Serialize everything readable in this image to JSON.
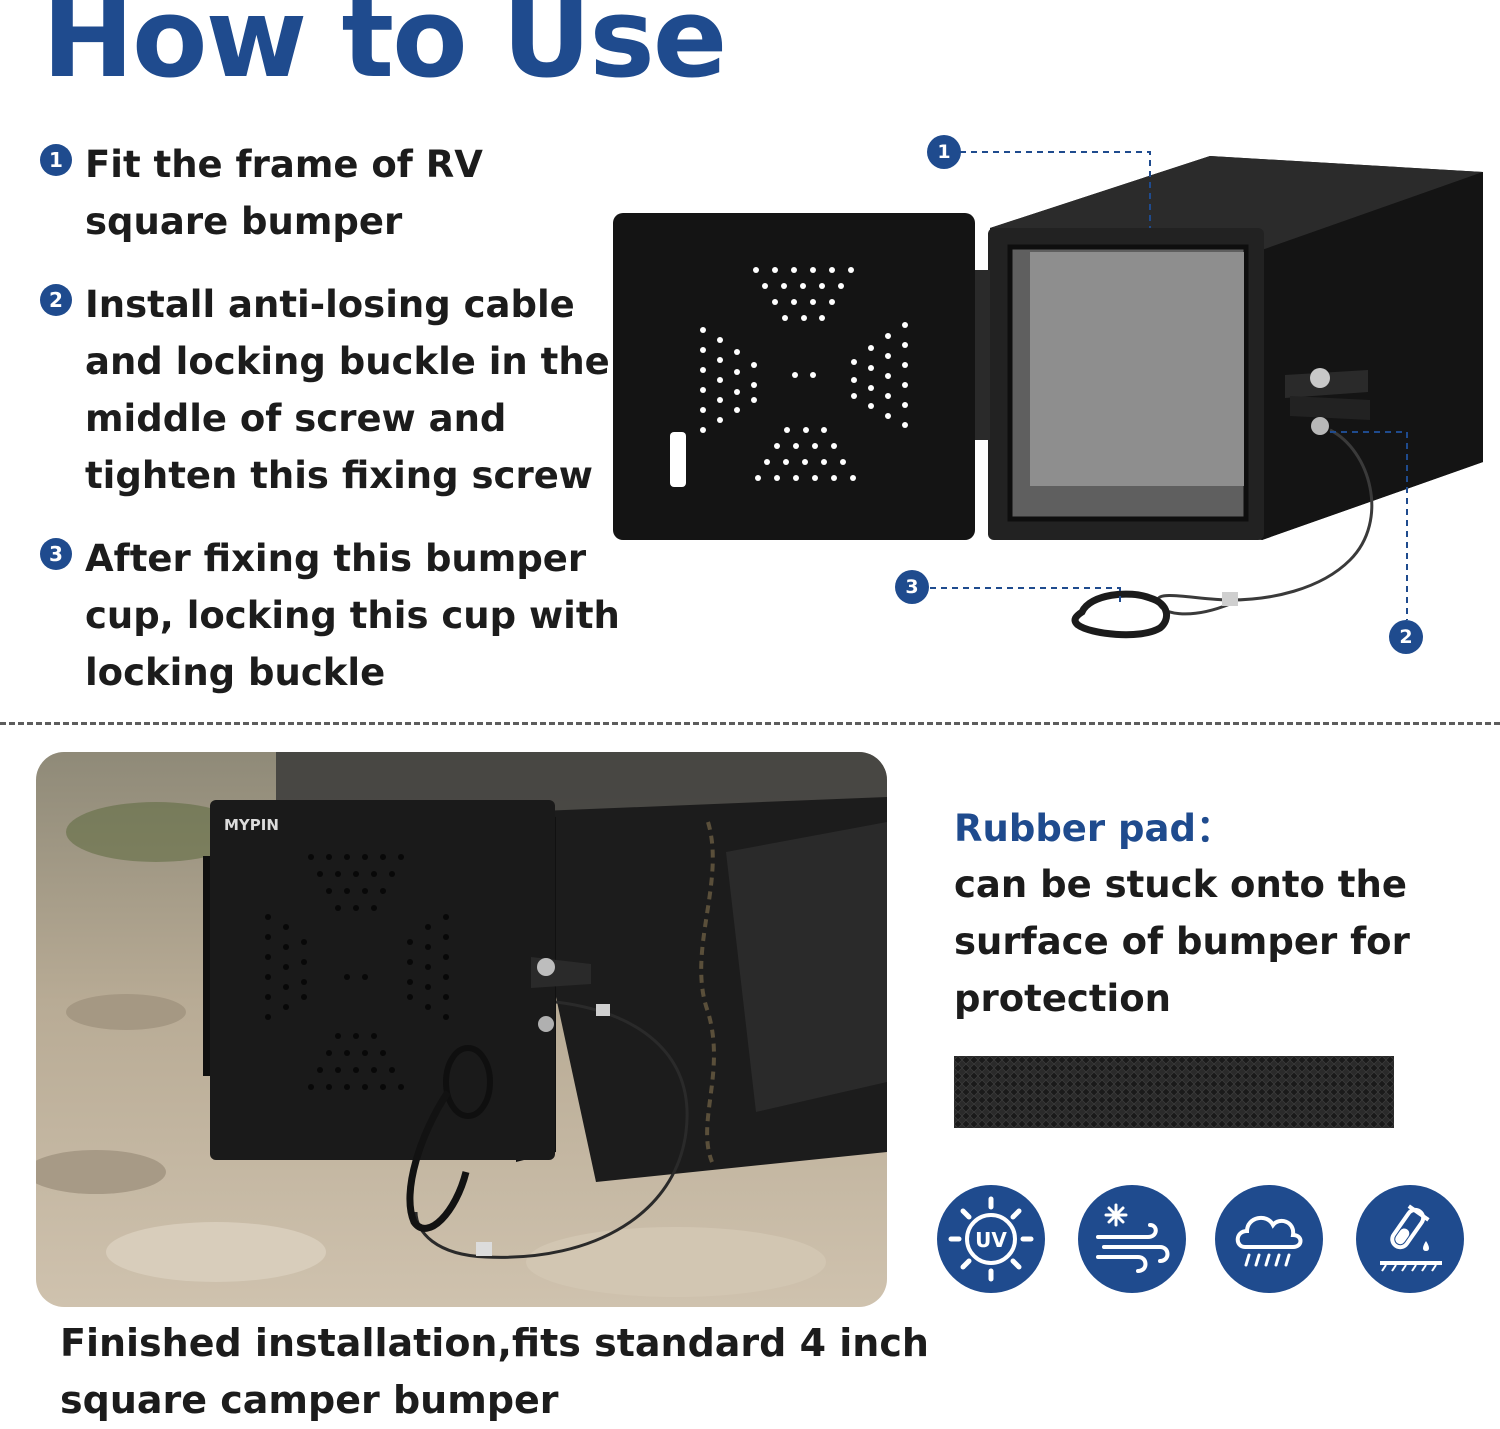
{
  "title": "How to Use",
  "steps": [
    {
      "num": "1",
      "text": "Fit the frame of RV square bumper"
    },
    {
      "num": "2",
      "text": "Install anti-losing cable and locking buckle in the middle of screw and tighten this fixing screw"
    },
    {
      "num": "3",
      "text": "After fixing this bumper cup, locking this cup with locking buckle"
    }
  ],
  "callouts": [
    "1",
    "2",
    "3"
  ],
  "photo": {
    "brand": "MYPIN"
  },
  "caption": "Finished installation,fits standard 4 inch square camper bumper",
  "rubber_pad": {
    "title": "Rubber pad：",
    "description": "can be stuck onto the surface of bumper for protection"
  },
  "feature_icons": [
    {
      "name": "uv-resistant-icon",
      "label": "UV"
    },
    {
      "name": "cold-wind-resistant-icon"
    },
    {
      "name": "rain-proof-icon"
    },
    {
      "name": "corrosion-resistant-icon"
    }
  ],
  "colors": {
    "accent": "#1f4b8e",
    "text": "#1c1c1c",
    "product": "#1a1a1a"
  }
}
